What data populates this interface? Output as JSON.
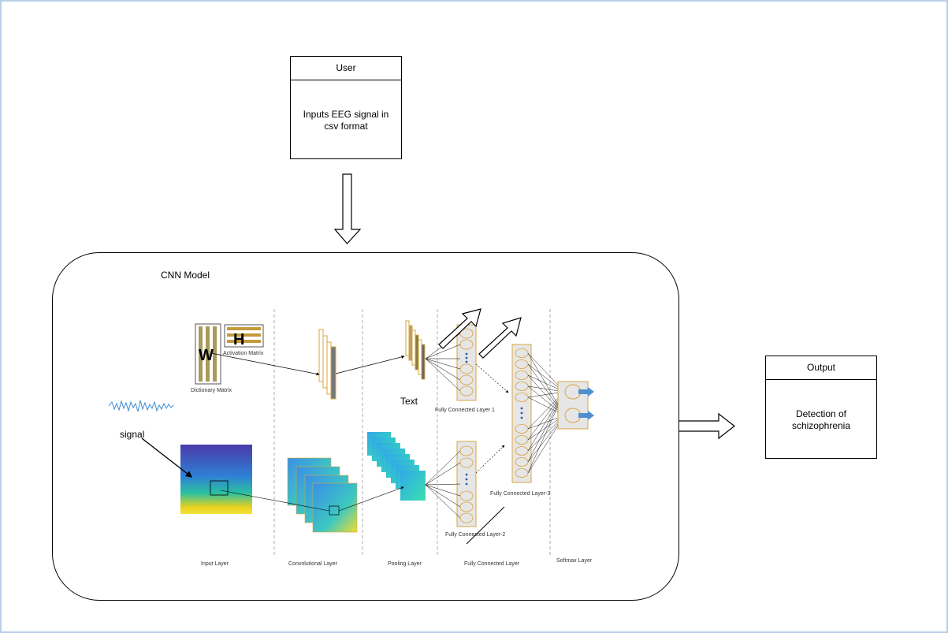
{
  "user_box": {
    "title": "User",
    "body_line1": "Inputs EEG signal in",
    "body_line2": "csv format"
  },
  "output_box": {
    "title": "Output",
    "body_line1": "Detection of",
    "body_line2": "schizophrenia"
  },
  "cnn": {
    "title": "CNN Model",
    "matrix_w": "W",
    "matrix_h": "H",
    "activation_label": "Activation Matrix",
    "dictionary_label": "Dictionary Matrix",
    "signal_label": "signal",
    "text_label": "Text",
    "fc1_label": "Fully Connected Layer 1",
    "fc2_label": "Fully Connected Layer-2",
    "fc3_label": "Fully Connected Layer-3",
    "layers": {
      "input": "Input Layer",
      "conv": "Convolutional Layer",
      "pool": "Pooling Layer",
      "fc": "Fully Connected Layer",
      "softmax": "Softmax Layer"
    }
  },
  "colors": {
    "accent_orange": "#d9a441",
    "arrow_blue": "#4f8fd0",
    "frame_border": "#b8cfe8"
  }
}
